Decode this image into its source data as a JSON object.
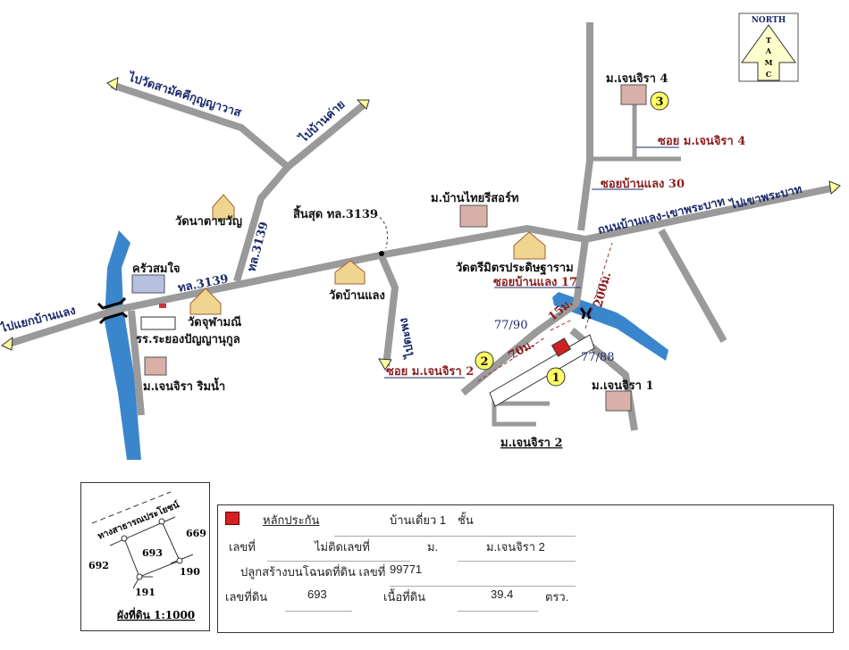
{
  "north_arrow": {
    "label": "NORTH",
    "letters": [
      "T",
      "A",
      "M",
      "C"
    ]
  },
  "map": {
    "to_wat_samakkhi": "ไปวัดสามัคคีกุญญาวาส",
    "to_ban_khai": "ไปบ้านค่าย",
    "wat_na_ta_kwan": "วัดนาตาขวัญ",
    "route_3139_vertical": "ทล.3139",
    "route_3139": "ทล.3139",
    "end_3139": "สิ้นสุด ทล.3139",
    "krua_som_jai": "ครัวสมใจ",
    "wat_chuphamani": "วัดจุฬามณี",
    "school": "รร.ระยองปัญญานุกูล",
    "to_yaek_ban_laeng": "ไปแยกบ้านแลง",
    "jenjira_riverside": "ม.เจนจิรา ริมน้ำ",
    "wat_ban_laeng": "วัดบ้านแลง",
    "to_taphong": "ไปตะพง",
    "ban_thai_resort": "ม.บ้านไทยรีสอร์ท",
    "wat_trimit": "วัดตรีมิตรประดิษฐาราม",
    "soi_ban_laeng_30": "ซอยบ้านแลง 30",
    "soi_ban_laeng_17": "ซอยบ้านแลง 17",
    "road_ban_laeng_khao_phrabat": "ถนนบ้านแลง-เขาพระบาท",
    "to_khao_phrabat": "ไปเขาพระบาท",
    "jenjira_4": "ม.เจนจิรา 4",
    "soi_jenjira_4": "ซอย ม.เจนจิรา 4",
    "soi_jenjira_2": "ซอย ม.เจนจิรา 2",
    "jenjira_1": "ม.เจนจิรา 1",
    "jenjira_2": "ม.เจนจิรา 2",
    "house_77_90": "77/90",
    "house_77_88": "77/88",
    "dist_70": "70ม.",
    "dist_15": "15ม.",
    "dist_200": "200ม.",
    "marker_1": "1",
    "marker_2": "2",
    "marker_3": "3"
  },
  "parcel_plan": {
    "public_way": "ทางสาธารณประโยชน์",
    "parcel": "693",
    "n669": "669",
    "n692": "692",
    "n190": "190",
    "n191": "191",
    "scale": "ผังที่ดิน 1:1000"
  },
  "info": {
    "collateral": "หลักประกัน",
    "type": "บ้านเดี่ยว 1",
    "floors": "ชั้น",
    "no_label": "เลขที่",
    "no_value": "ไม่ติดเลขที่",
    "village_label": "ม.",
    "village_value": "ม.เจนจิรา 2",
    "deed_label": "ปลูกสร้างบนโฉนดที่ดิน เลขที่",
    "deed_value": "99771",
    "land_no_label": "เลขที่ดิน",
    "land_no_value": "693",
    "area_label": "เนื้อที่ดิน",
    "area_value": "39.4",
    "area_unit": "ตรว.",
    "collateral_color": "#d42020"
  }
}
